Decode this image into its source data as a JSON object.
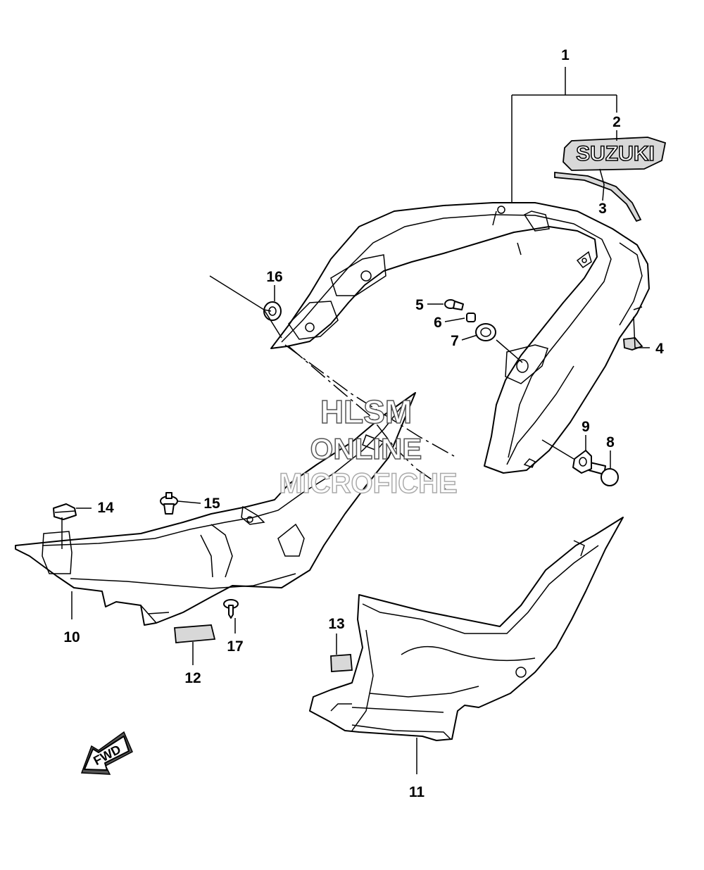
{
  "callouts": [
    {
      "id": "1",
      "label": "1"
    },
    {
      "id": "2",
      "label": "2"
    },
    {
      "id": "3",
      "label": "3"
    },
    {
      "id": "4",
      "label": "4"
    },
    {
      "id": "5",
      "label": "5"
    },
    {
      "id": "6",
      "label": "6"
    },
    {
      "id": "7",
      "label": "7"
    },
    {
      "id": "8",
      "label": "8"
    },
    {
      "id": "9",
      "label": "9"
    },
    {
      "id": "10",
      "label": "10"
    },
    {
      "id": "11",
      "label": "11"
    },
    {
      "id": "12",
      "label": "12"
    },
    {
      "id": "13",
      "label": "13"
    },
    {
      "id": "14",
      "label": "14"
    },
    {
      "id": "15",
      "label": "15"
    },
    {
      "id": "16",
      "label": "16"
    },
    {
      "id": "17",
      "label": "17"
    }
  ],
  "emblem_text": "SUZUKI",
  "direction_label": "FWD",
  "watermark": {
    "line1": "HLSM",
    "line2": "ONLINE",
    "line3": "MICROFICHE"
  }
}
